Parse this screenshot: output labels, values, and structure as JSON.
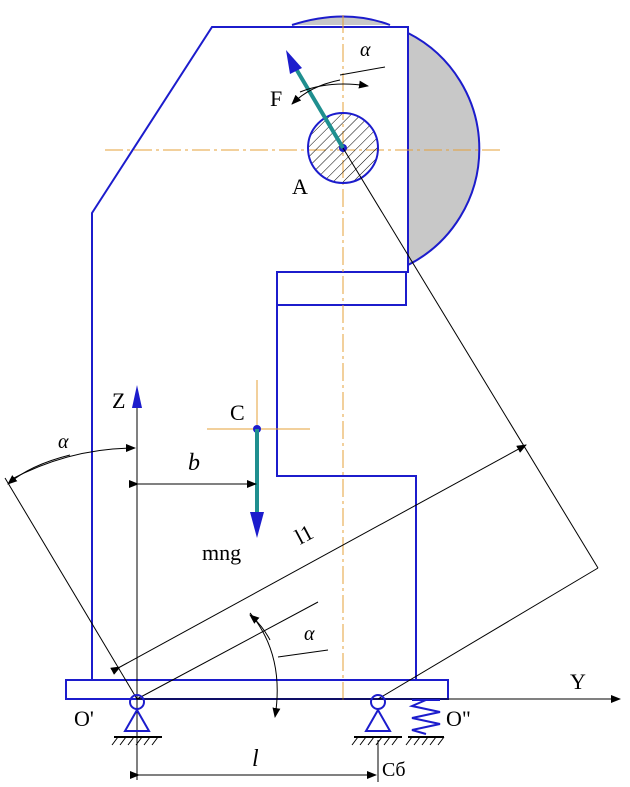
{
  "labels": {
    "force": "F",
    "point_a": "A",
    "point_c": "C",
    "weight": "mng",
    "axis_z": "Z",
    "axis_y": "Y",
    "support_left": "O'",
    "support_right": "O\"",
    "dim_b": "b",
    "dim_l": "l",
    "dim_l1": "l1",
    "stiffness": "Cб",
    "angle_top": "α",
    "angle_left": "α",
    "angle_bottom": "α"
  },
  "colors": {
    "outline": "#1c1ccc",
    "centerline": "#e5a13a",
    "vector": "#1f8f8f",
    "dim": "#000000",
    "shade": "#c8c8c8"
  },
  "icons": {
    "support_left": "pin-support-icon",
    "support_right": "roller-support-icon",
    "spring": "spring-icon"
  }
}
